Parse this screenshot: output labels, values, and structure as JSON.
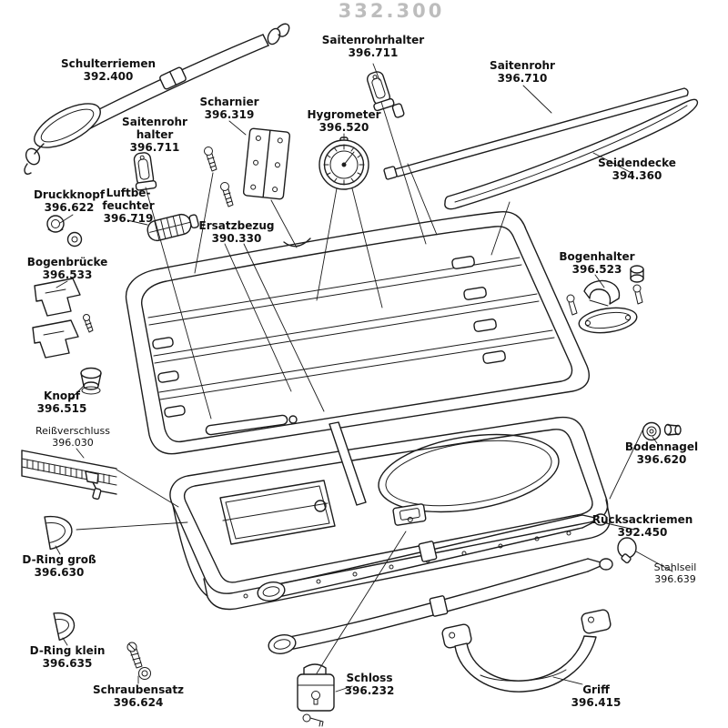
{
  "title": "332.300",
  "colors": {
    "line": "#1c1c1c",
    "title_text": "#bdbdbd",
    "label_text": "#111111"
  },
  "parts": {
    "schulterriemen": {
      "name": "Schulterriemen",
      "number": "392.400"
    },
    "saitenrohrhalter_oben": {
      "name": "Saitenrohrhalter",
      "number": "396.711"
    },
    "saitenrohr": {
      "name": "Saitenrohr",
      "number": "396.710"
    },
    "scharnier": {
      "name": "Scharnier",
      "number": "396.319"
    },
    "hygrometer": {
      "name": "Hygrometer",
      "number": "396.520"
    },
    "saitenrohrhalter_links": {
      "name": "Saitenrohr halter",
      "number": "396.711"
    },
    "seidendecke": {
      "name": "Seidendecke",
      "number": "394.360"
    },
    "druckknopf": {
      "name": "Druckknopf",
      "number": "396.622"
    },
    "luftbefeuchter": {
      "name": "Luftbe- feuchter",
      "number": "396.719"
    },
    "ersatzbezug": {
      "name": "Ersatzbezug",
      "number": "390.330"
    },
    "bogenhalter": {
      "name": "Bogenhalter",
      "number": "396.523"
    },
    "bogenbruecke": {
      "name": "Bogenbrücke",
      "number": "396.533"
    },
    "knopf": {
      "name": "Knopf",
      "number": "396.515"
    },
    "reissverschluss": {
      "name": "Reißverschluss",
      "number": "396.030"
    },
    "bodennagel": {
      "name": "Bodennagel",
      "number": "396.620"
    },
    "dring_gross": {
      "name": "D-Ring groß",
      "number": "396.630"
    },
    "rucksackriemen": {
      "name": "Rucksackriemen",
      "number": "392.450"
    },
    "stahlseil": {
      "name": "Stahlseil",
      "number": "396.639"
    },
    "dring_klein": {
      "name": "D-Ring klein",
      "number": "396.635"
    },
    "schraubensatz": {
      "name": "Schraubensatz",
      "number": "396.624"
    },
    "schloss": {
      "name": "Schloss",
      "number": "396.232"
    },
    "griff": {
      "name": "Griff",
      "number": "396.415"
    }
  }
}
